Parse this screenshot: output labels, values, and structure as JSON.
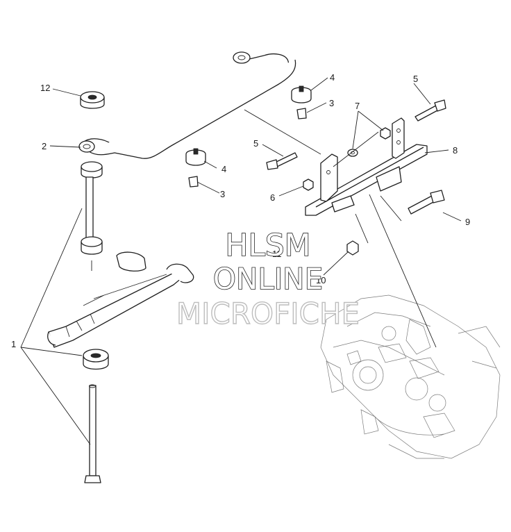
{
  "callouts": {
    "c12": "12",
    "c2": "2",
    "c1": "1",
    "c4a": "4",
    "c3a": "3",
    "c4b": "4",
    "c3b": "3",
    "c5a": "5",
    "c5b": "5",
    "c6": "6",
    "c7": "7",
    "c8": "8",
    "c9": "9",
    "c10": "10",
    "c11": "11"
  },
  "watermark": {
    "line1": "HLSM",
    "line2": "ONLINE",
    "line3": "MICROFICHE"
  }
}
